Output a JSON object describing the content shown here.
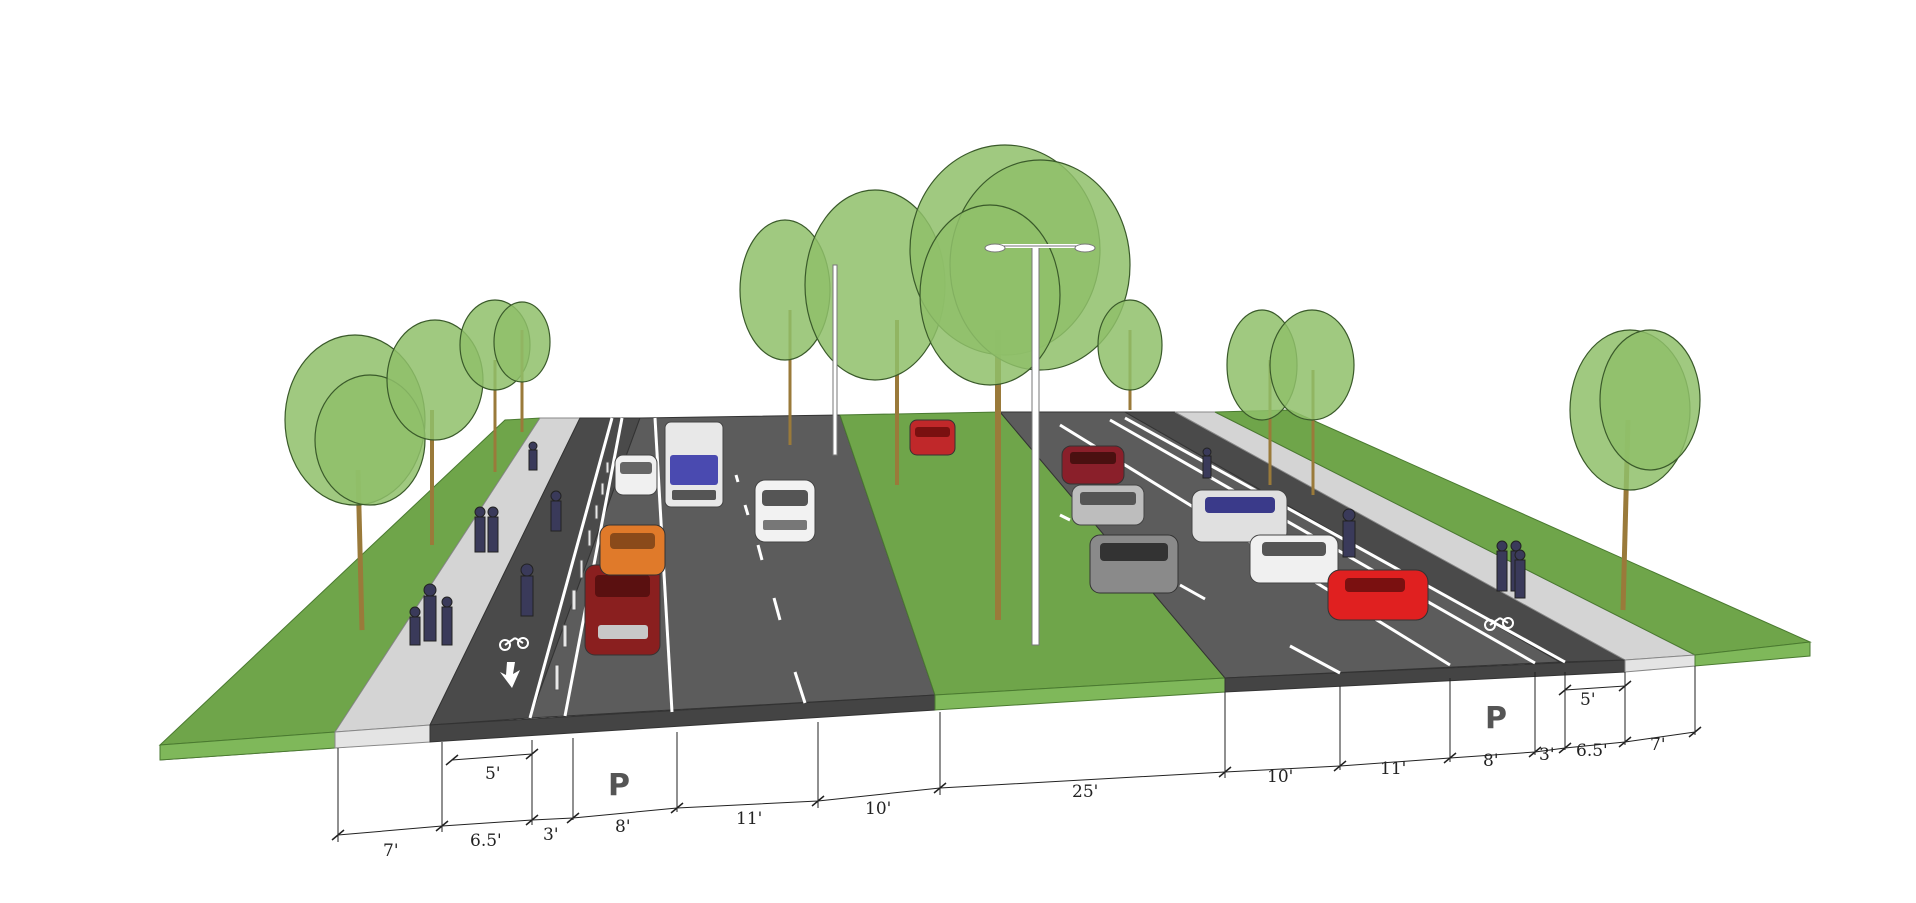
{
  "colors": {
    "grass": "#6fa54a",
    "grass_edge": "#5a8c3a",
    "sidewalk": "#d0d0d0",
    "asphalt": "#5c5c5c",
    "asphalt_dark": "#4a4a4a",
    "bike_lane": "#3f3f3f",
    "lane_marking": "#ffffff",
    "foliage": "#8fc06a",
    "trunk": "#9a7a3a",
    "dimension_line": "#222222"
  },
  "left_dimensions": [
    "7'",
    "6.5'",
    "3'",
    "8'",
    "11'",
    "10'"
  ],
  "left_sub_dimensions": [
    "5'"
  ],
  "median_dimension": "25'",
  "right_dimensions": [
    "10'",
    "11'",
    "8'",
    "3'",
    "6.5'",
    "7'"
  ],
  "right_sub_dimensions": [
    "5'"
  ],
  "parking_markers": [
    "P",
    "P"
  ],
  "icons": {
    "tree": "tree-icon",
    "car": "car-icon",
    "bus": "bus-icon",
    "pedestrian": "pedestrian-icon",
    "cyclist": "cyclist-icon",
    "bike_lane_symbol": "bicycle-icon",
    "street_light": "street-light-icon",
    "bollard": "bollard-icon",
    "arrow": "arrow-down-icon"
  }
}
